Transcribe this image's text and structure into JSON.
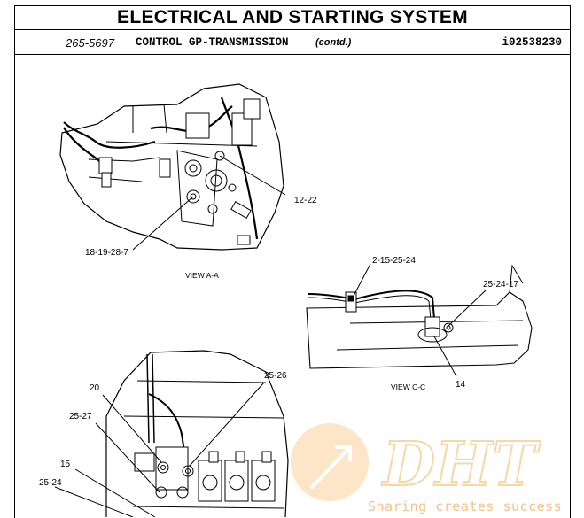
{
  "header": {
    "title": "ELECTRICAL AND STARTING SYSTEM",
    "part_number": "265-5697",
    "group_name": "CONTROL GP-TRANSMISSION",
    "contd": "(contd.)",
    "doc_id": "i02538230"
  },
  "callouts": {
    "a_12_22": "12-22",
    "a_18_19_28_7": "18-19-28-7",
    "c_2_15_25_24": "2-15-25-24",
    "c_25_24_17": "25-24-17",
    "c_14": "14",
    "b_20": "20",
    "b_25_26": "25-26",
    "b_25_27": "25-27",
    "b_15": "15",
    "b_25_24": "25-24"
  },
  "views": {
    "view_a": "VIEW A-A",
    "view_c": "VIEW C-C"
  },
  "watermark": {
    "logo": "DHT",
    "tagline": "Sharing creates success",
    "color": "#f5b25a"
  }
}
